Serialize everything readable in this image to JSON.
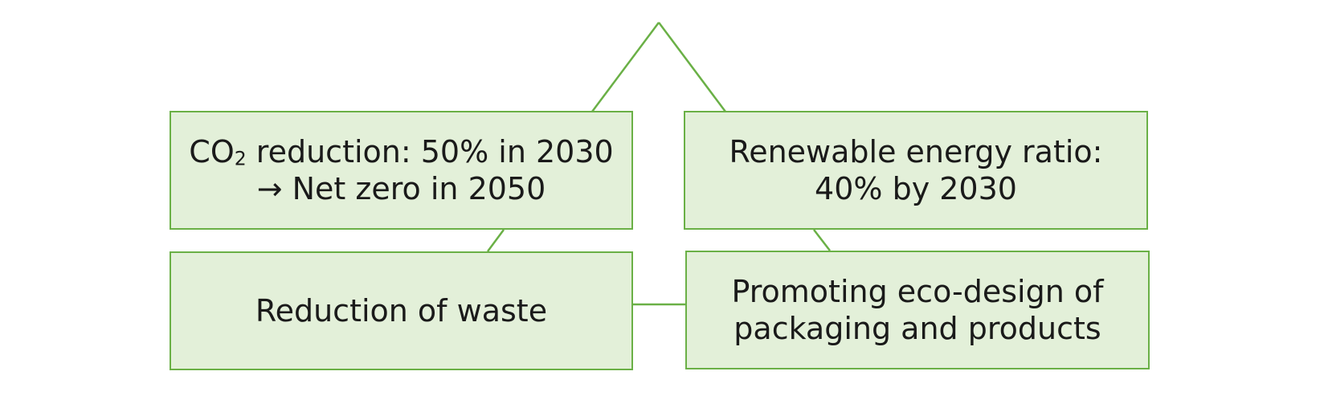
{
  "colors": {
    "box_fill": "#e3f0d9",
    "border": "#6ab046",
    "connector": "#6ab046",
    "text": "#1a1a1a"
  },
  "boxes": {
    "co2": {
      "line1_prefix": "CO",
      "line1_subscript": "2",
      "line1_suffix": " reduction: 50% in 2030",
      "line2": "→ Net zero in 2050"
    },
    "renewable": {
      "line1": "Renewable energy ratio:",
      "line2": "40% by 2030"
    },
    "waste": {
      "line1": "Reduction of waste"
    },
    "ecodesign": {
      "line1": "Promoting eco-design of",
      "line2": "packaging and products"
    }
  }
}
